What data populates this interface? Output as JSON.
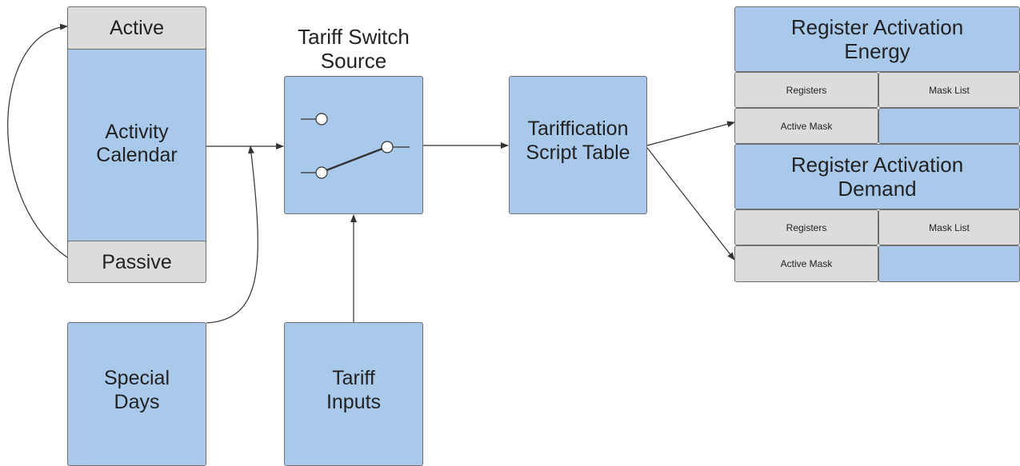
{
  "calendar": {
    "active_label": "Active",
    "main_label_line1": "Activity",
    "main_label_line2": "Calendar",
    "passive_label": "Passive"
  },
  "special_days": {
    "line1": "Special",
    "line2": "Days"
  },
  "tariff_switch": {
    "title_line1": "Tariff Switch",
    "title_line2": "Source"
  },
  "tariff_inputs": {
    "line1": "Tariff",
    "line2": "Inputs"
  },
  "script_table": {
    "line1": "Tariffication",
    "line2": "Script Table"
  },
  "energy": {
    "title_line1": "Register Activation",
    "title_line2": "Energy",
    "registers": "Registers",
    "mask_list": "Mask List",
    "active_mask": "Active Mask"
  },
  "demand": {
    "title_line1": "Register Activation",
    "title_line2": "Demand",
    "registers": "Registers",
    "mask_list": "Mask List",
    "active_mask": "Active Mask"
  },
  "colors": {
    "box_fill": "#a9c9ea",
    "header_fill": "#dcdcdc",
    "line": "#333333"
  }
}
